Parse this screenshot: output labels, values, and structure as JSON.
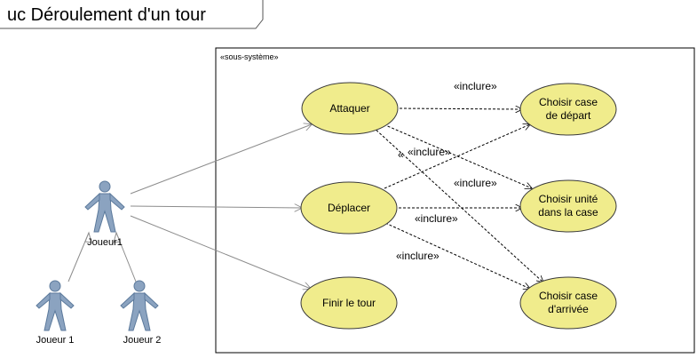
{
  "diagram": {
    "title": "uc Déroulement d'un tour",
    "boundary_label": "«sous-système»"
  },
  "actors": {
    "joueur": "Joueur1",
    "joueur1": "Joueur 1",
    "joueur2": "Joueur 2"
  },
  "use_cases": {
    "attaquer": [
      "Attaquer"
    ],
    "deplacer": [
      "Déplacer"
    ],
    "finir": [
      "Finir le tour"
    ],
    "case_depart": [
      "Choisir case",
      "de départ"
    ],
    "unite": [
      "Choisir unité",
      "dans la case"
    ],
    "case_arrivee": [
      "Choisir case",
      "d'arrivée"
    ]
  },
  "relations": {
    "r1": "«inclure»",
    "r2": "«inclure»",
    "r3": "«inclure»",
    "r4": "«inclure»",
    "r5": "«inclure»",
    "mark": "«"
  },
  "colors": {
    "use_case_fill": "#f0ec8c",
    "actor": "#8ba3c0"
  }
}
